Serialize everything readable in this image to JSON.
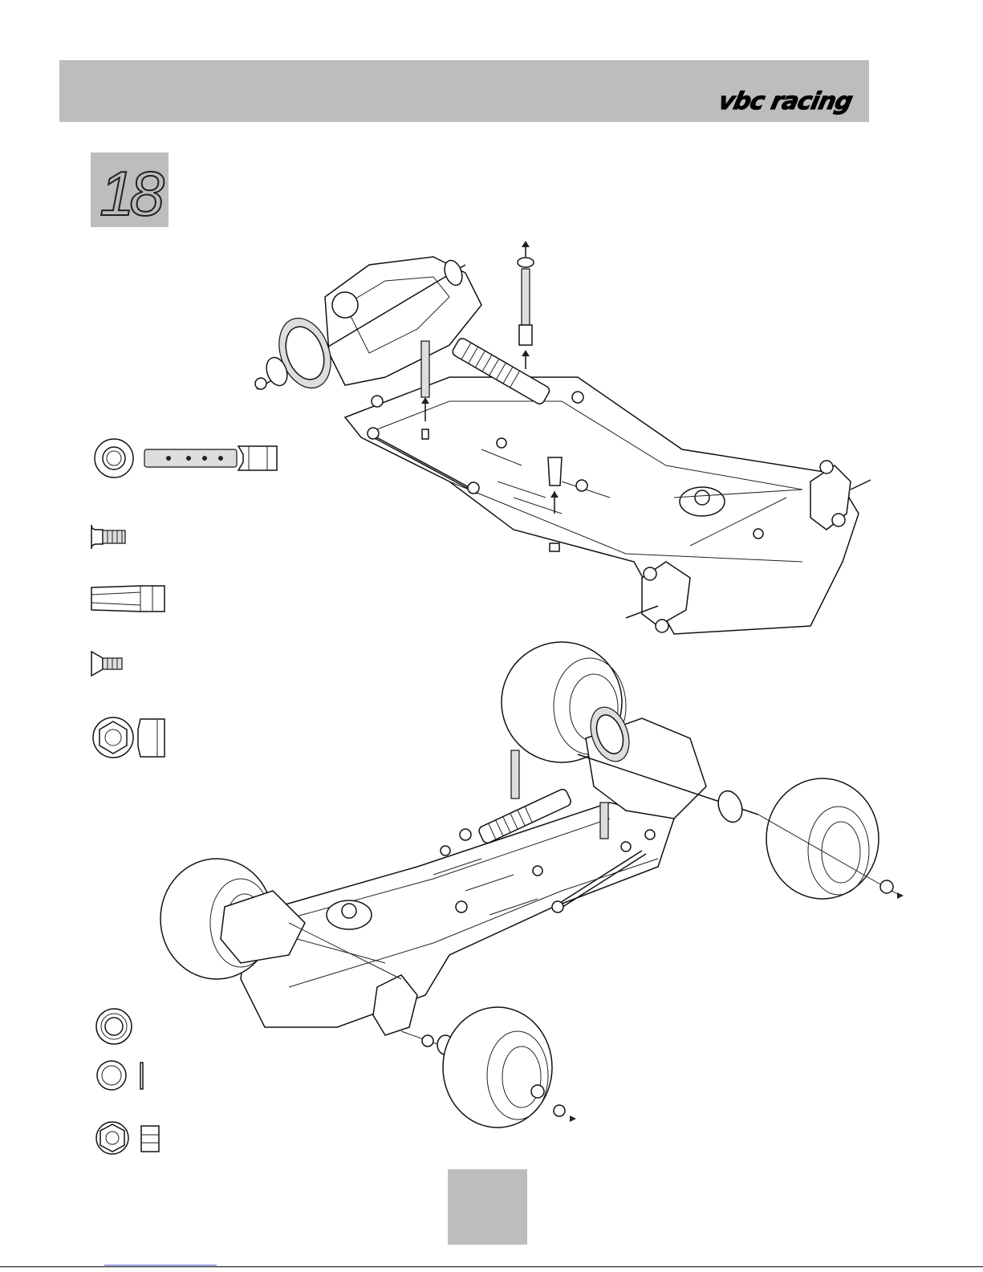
{
  "header": {
    "brand": "vbc racing"
  },
  "step": {
    "number": "18"
  },
  "footer": {
    "page_number": ""
  },
  "parts_legend": [
    {
      "id": "part-thumb-screw-shaft-set",
      "icon": "thumb-nut-threaded-post-icon"
    },
    {
      "id": "part-button-head-screw",
      "icon": "button-head-screw-icon"
    },
    {
      "id": "part-body-post-mount",
      "icon": "body-post-mount-icon"
    },
    {
      "id": "part-countersunk-screw",
      "icon": "countersunk-screw-icon"
    },
    {
      "id": "part-flanged-locknut",
      "icon": "flanged-locknut-icon"
    },
    {
      "id": "part-bearing",
      "icon": "ball-bearing-icon"
    },
    {
      "id": "part-shim-washer",
      "icon": "shim-washer-icon"
    },
    {
      "id": "part-hex-nut",
      "icon": "hex-nut-icon"
    }
  ],
  "colors": {
    "header_gray": "#bdbdbd",
    "line": "#111111"
  }
}
